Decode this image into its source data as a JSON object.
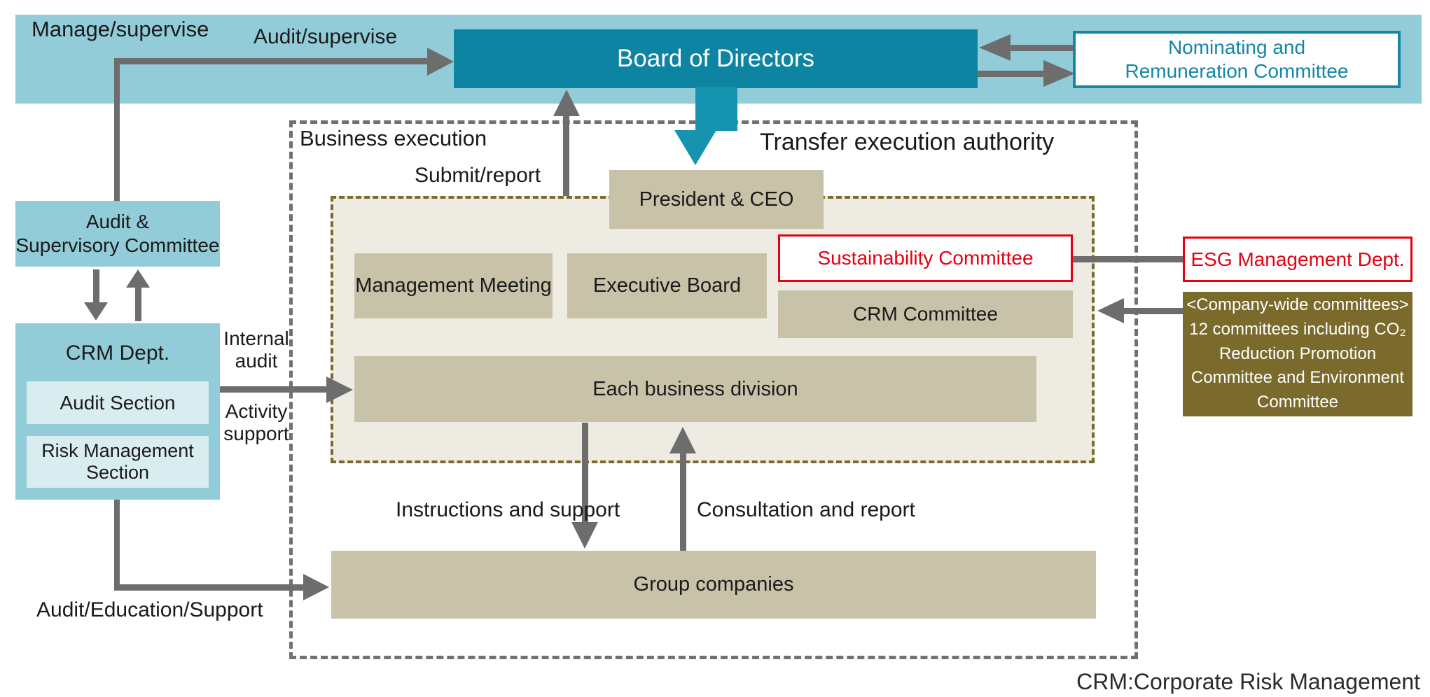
{
  "top_bar": {
    "manage_label": "Manage/supervise",
    "audit_supervise_label": "Audit/supervise",
    "board_of_directors": "Board of Directors",
    "nominating_committee": "Nominating and\nRemuneration Committee"
  },
  "left_column": {
    "audit_supervisory_committee": "Audit &\nSupervisory Committee",
    "crm_dept": "CRM Dept.",
    "audit_section": "Audit Section",
    "risk_management_section": "Risk Management\nSection",
    "internal_audit_label": "Internal\naudit",
    "activity_support_label": "Activity\nsupport",
    "audit_education_support_label": "Audit/Education/Support"
  },
  "execution_area": {
    "area_label": "Business execution",
    "transfer_label": "Transfer execution authority",
    "submit_label": "Submit/report",
    "president_ceo": "President & CEO",
    "management_meeting": "Management Meeting",
    "executive_board": "Executive Board",
    "sustainability_committee": "Sustainability Committee",
    "crm_committee": "CRM Committee",
    "each_business_division": "Each business division",
    "group_companies": "Group companies",
    "instructions_label": "Instructions and support",
    "consultation_label": "Consultation and report"
  },
  "right_column": {
    "esg_dept": "ESG Management Dept.",
    "company_wide_committees": "<Company-wide committees>\n12 committees including CO₂\nReduction Promotion\nCommittee and Environment\nCommittee"
  },
  "footer": {
    "note": "CRM:Corporate Risk Management"
  },
  "colors": {
    "bar_blue": "#92ccd8",
    "box_blue_light": "#d9edf1",
    "teal": "#0d84a1",
    "teal_arrow": "#1693af",
    "tan": "#c8c2a9",
    "beige_fill": "#eeebe3",
    "olive": "#7a6b2d",
    "red": "#e60012",
    "arrow_gray": "#6d6d6d"
  }
}
